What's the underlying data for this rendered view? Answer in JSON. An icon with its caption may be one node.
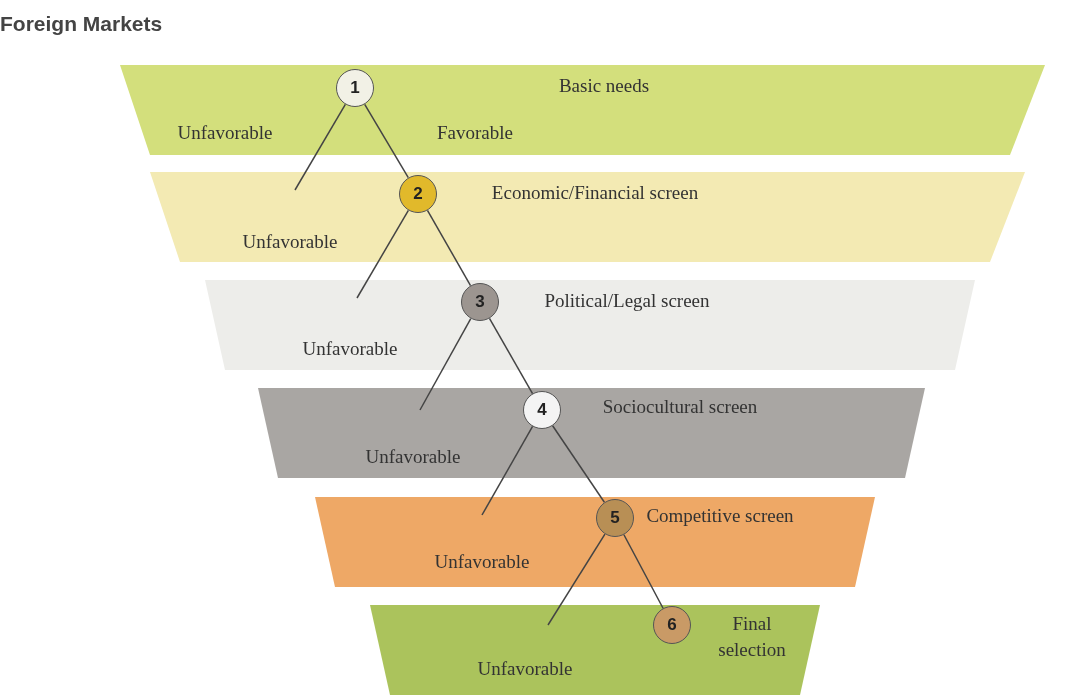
{
  "diagram": {
    "title": "Foreign Markets",
    "nodes": [
      {
        "text": [
          "Basic needs"
        ]
      },
      {
        "text": [
          "1"
        ],
        "in": 0
      },
      {
        "text": [
          "Economic/Financial screen"
        ]
      },
      {
        "text": [
          "2"
        ],
        "in": 2
      },
      {
        "text": [
          "Political/Legal screen"
        ]
      },
      {
        "text": [
          "3"
        ],
        "in": 4
      },
      {
        "text": [
          "Sociocultural screen"
        ]
      },
      {
        "text": [
          "4"
        ],
        "in": 6
      },
      {
        "text": [
          "Competitive screen"
        ]
      },
      {
        "text": [
          "5"
        ],
        "in": 8
      },
      {
        "text": [
          "Final selection"
        ]
      },
      {
        "text": [
          "6"
        ],
        "in": 10
      }
    ],
    "edges": [
      {
        "from": 1,
        "to": null,
        "arrow": "none",
        "label": "Unfavorable"
      },
      {
        "from": 1,
        "to": 3,
        "arrow": "none"
      },
      {
        "from": 3,
        "to": null,
        "arrow": "none",
        "label": "Unfavorable"
      },
      {
        "from": 3,
        "to": 5,
        "arrow": "none"
      },
      {
        "from": 5,
        "to": null,
        "arrow": "none",
        "label": "Unfavorable"
      },
      {
        "from": 5,
        "to": 7,
        "arrow": "none"
      },
      {
        "from": 7,
        "to": null,
        "arrow": "none",
        "label": "Unfavorable"
      },
      {
        "from": 7,
        "to": 9,
        "arrow": "none"
      },
      {
        "from": 9,
        "to": null,
        "arrow": "none",
        "label": "Unfavorable"
      },
      {
        "from": 9,
        "to": 11,
        "arrow": "none"
      }
    ],
    "labels": [
      "Unfavorable",
      "Favorable"
    ]
  }
}
